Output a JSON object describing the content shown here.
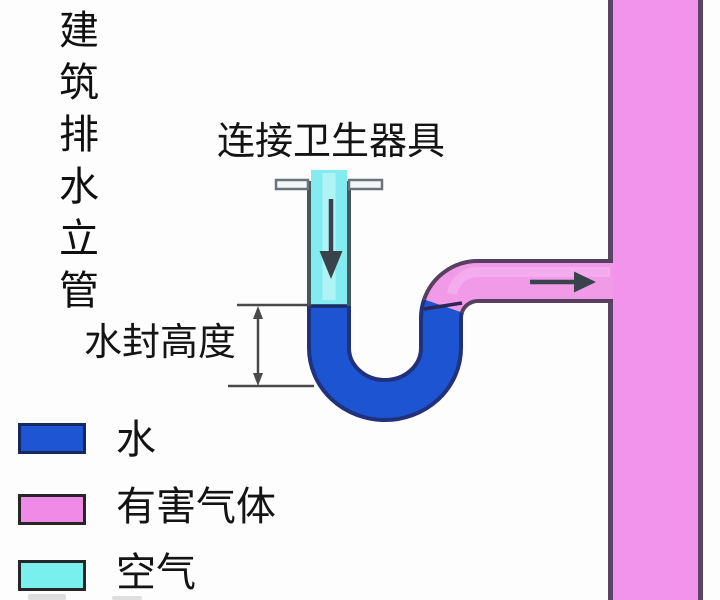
{
  "title": "连接卫生器具",
  "annotations": {
    "seal_height_label": "水封高度",
    "riser_label": "建筑排水立管",
    "inlet_flow_icon": "down-arrow",
    "outlet_flow_icon": "right-arrow",
    "seal_dimension_icon": "double-headed-vertical-arrow"
  },
  "legend": {
    "items": [
      {
        "label": "水",
        "color": "#1e55d2"
      },
      {
        "label": "有害气体",
        "color": "#ef8be6"
      },
      {
        "label": "空气",
        "color": "#7af0ee"
      }
    ]
  },
  "colors": {
    "water_fill": "#1c54d2",
    "harmful_gas_fill": "#f19ae8",
    "air_fill": "#84ecf0",
    "riser_fill": "#f293ec",
    "outline_water_region": "#22317b",
    "outline_air_region": "#44595f",
    "outline_gas_region": "#57405f",
    "riser_wall": "#5b4365",
    "arrow": "#39434b",
    "dimension_line": "#4a4a4a",
    "background": "#fdfdfd"
  }
}
